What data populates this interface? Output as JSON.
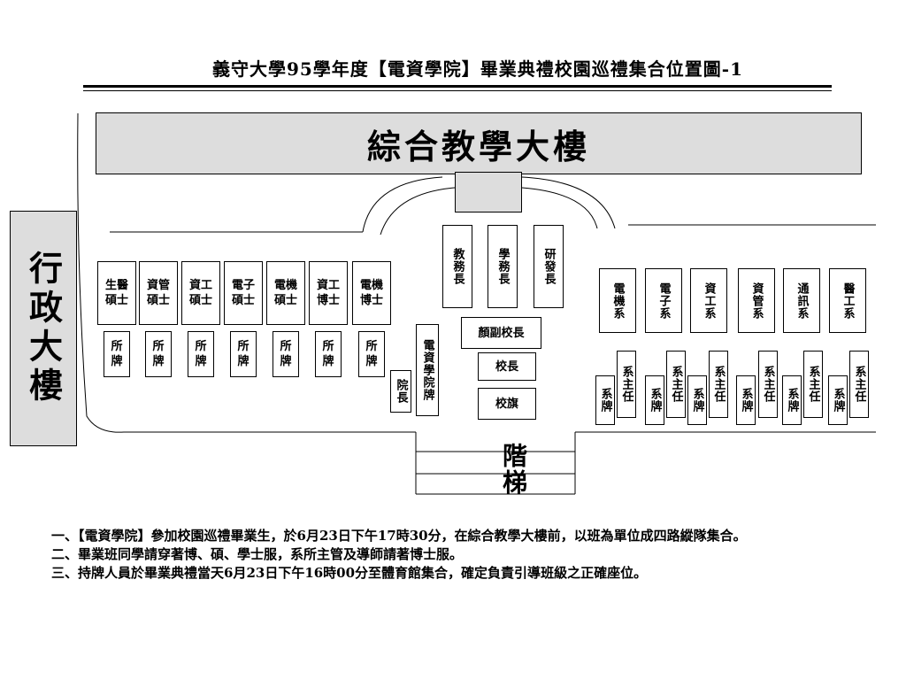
{
  "title": "義守大學95學年度【電資學院】畢業典禮校園巡禮集合位置圖-1",
  "buildings": {
    "main": "綜合教學大樓",
    "admin": "行政大樓",
    "stairs": "階梯"
  },
  "grad_groups": [
    {
      "label": "生醫碩士",
      "sign": "所牌"
    },
    {
      "label": "資管碩士",
      "sign": "所牌"
    },
    {
      "label": "資工碩士",
      "sign": "所牌"
    },
    {
      "label": "電子碩士",
      "sign": "所牌"
    },
    {
      "label": "電機碩士",
      "sign": "所牌"
    },
    {
      "label": "資工博士",
      "sign": "所牌"
    },
    {
      "label": "電機博士",
      "sign": "所牌"
    }
  ],
  "officials": {
    "dean_academic": "教務長",
    "dean_students": "學務長",
    "dean_research": "研發長",
    "vice_president": "顏副校長",
    "president": "校長",
    "school_flag": "校旗",
    "college_sign": "電資學院牌",
    "dean": "院長"
  },
  "departments": [
    {
      "label": "電機系",
      "sign": "系牌",
      "chair": "系主任"
    },
    {
      "label": "電子系",
      "sign": "系牌",
      "chair": "系主任"
    },
    {
      "label": "資工系",
      "sign": "系牌",
      "chair": "系主任"
    },
    {
      "label": "資管系",
      "sign": "系牌",
      "chair": "系主任"
    },
    {
      "label": "通訊系",
      "sign": "系牌",
      "chair": "系主任"
    },
    {
      "label": "醫工系",
      "sign": "系牌",
      "chair": "系主任"
    }
  ],
  "notes": [
    "一、【電資學院】參加校園巡禮畢業生，於6月23日下午17時30分，在綜合教學大樓前，以班為單位成四路縱隊集合。",
    "二、畢業班同學請穿著博、碩、學士服，系所主管及導師請著博士服。",
    "三、持牌人員於畢業典禮當天6月23日下午16時00分至體育館集合，確定負責引導班級之正確座位。"
  ]
}
